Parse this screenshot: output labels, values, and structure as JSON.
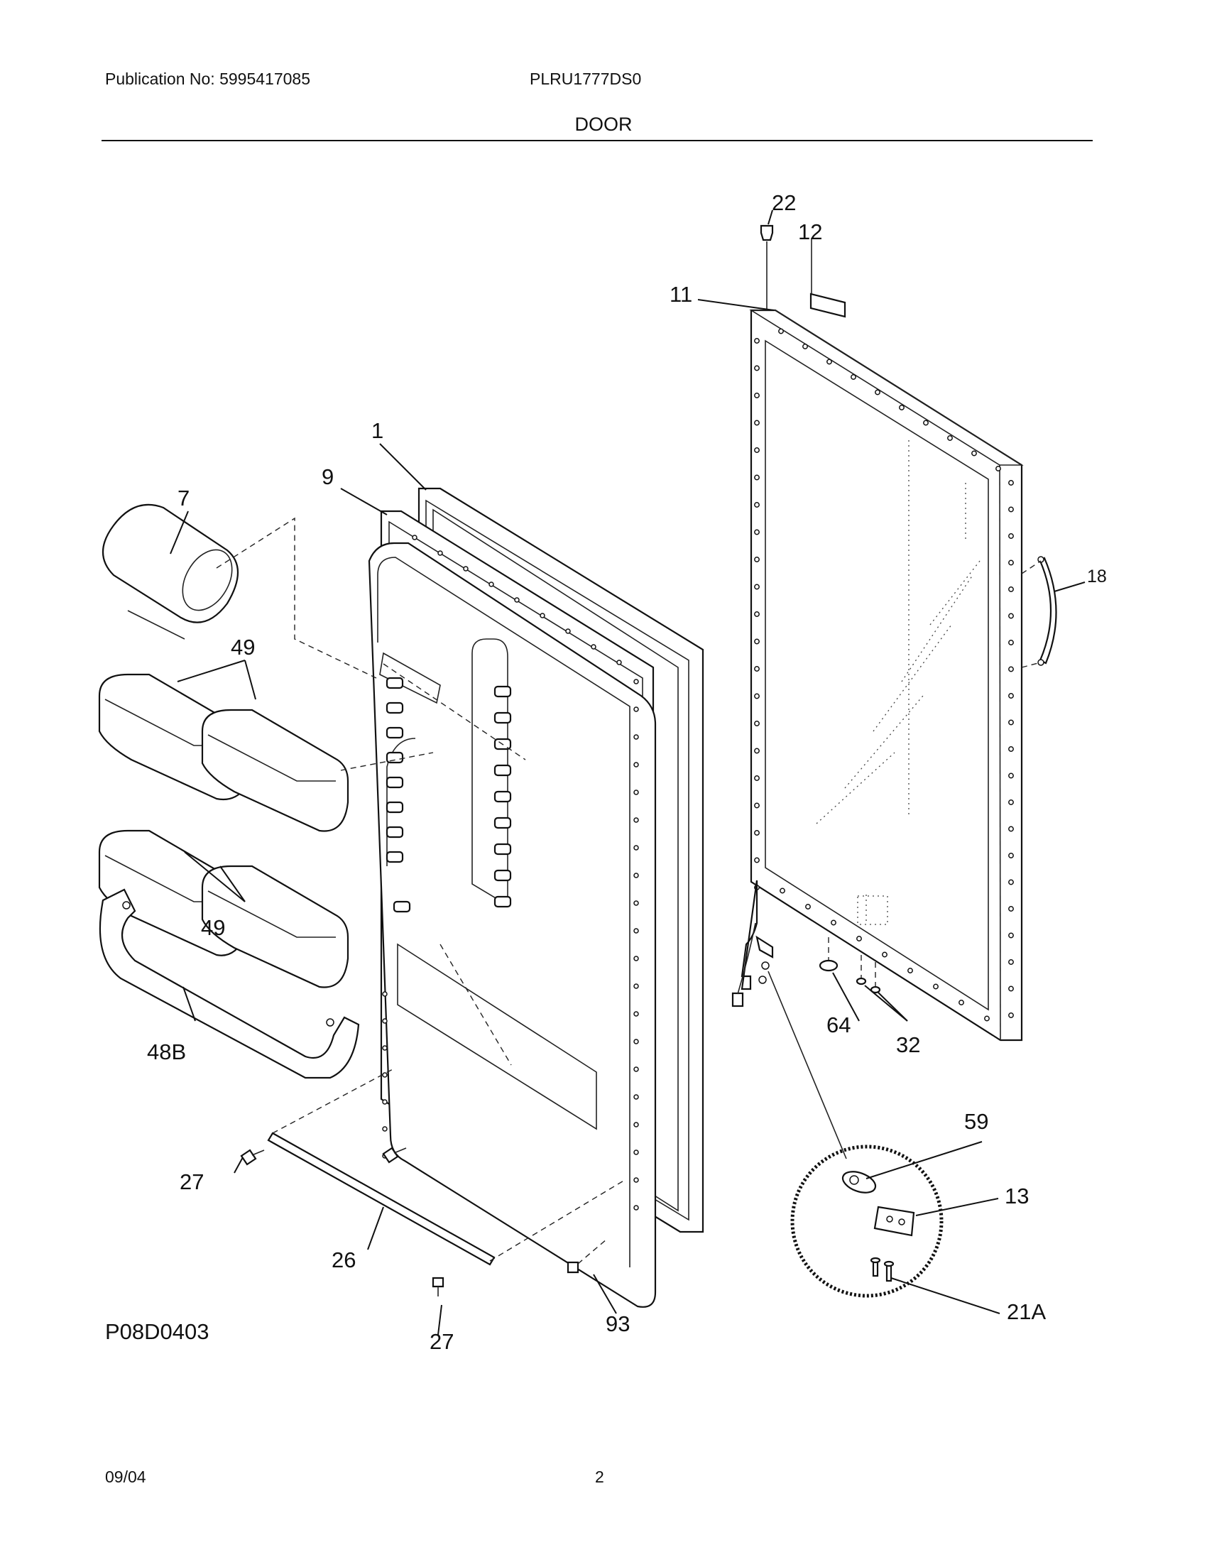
{
  "header": {
    "publication": "Publication No: 5995417085",
    "model": "PLRU1777DS0",
    "section_title": "DOOR"
  },
  "callouts": {
    "c1": "1",
    "c7": "7",
    "c9": "9",
    "c11": "11",
    "c12": "12",
    "c13": "13",
    "c18": "18",
    "c21a": "21A",
    "c22": "22",
    "c26": "26",
    "c27a": "27",
    "c27b": "27",
    "c32": "32",
    "c48b": "48B",
    "c49a": "49",
    "c49b": "49",
    "c59": "59",
    "c64": "64",
    "c93": "93"
  },
  "footer": {
    "diagram_code": "P08D0403",
    "date": "09/04",
    "page": "2"
  }
}
